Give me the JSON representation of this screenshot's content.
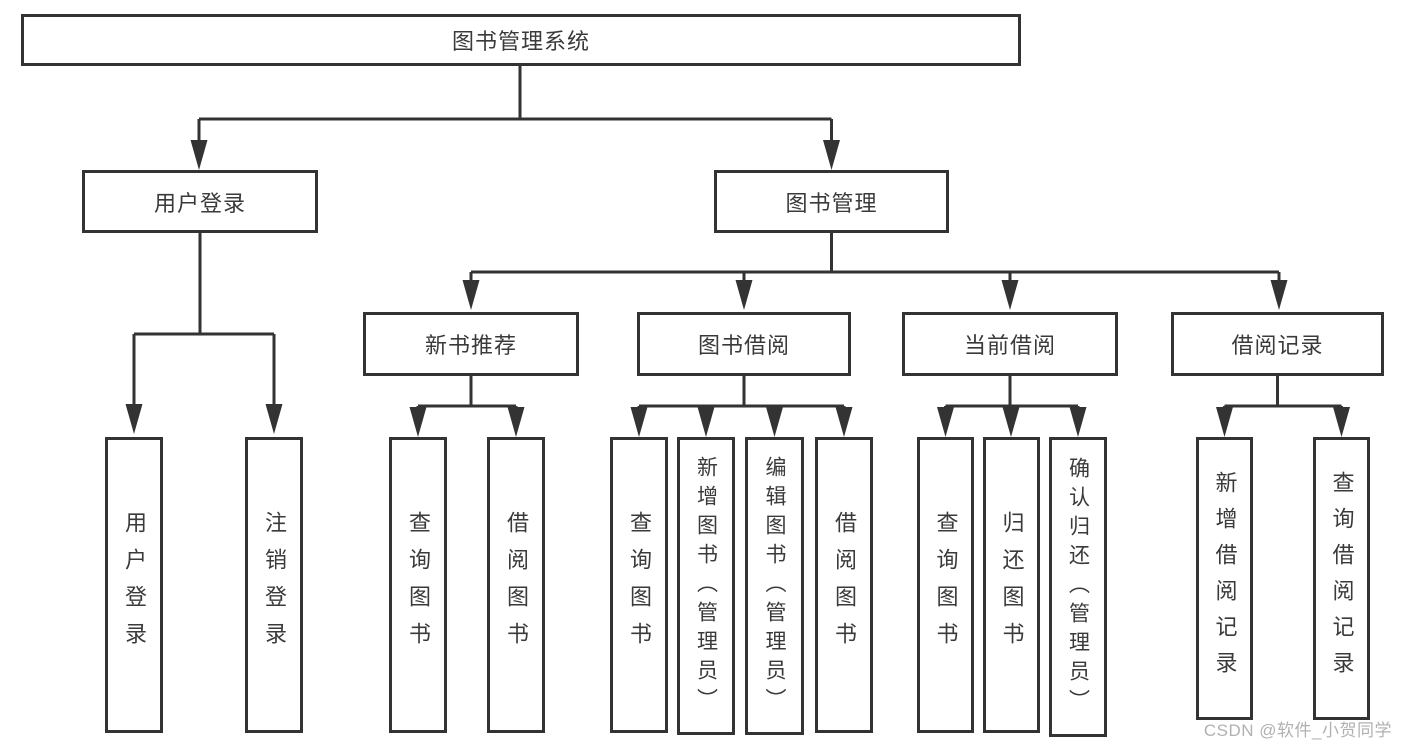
{
  "diagram": {
    "root": {
      "label": "图书管理系统"
    },
    "user_login": {
      "label": "用户登录",
      "children": [
        {
          "label": "用户登录"
        },
        {
          "label": "注销登录"
        }
      ]
    },
    "book_mgmt": {
      "label": "图书管理",
      "modules": [
        {
          "label": "新书推荐",
          "children": [
            {
              "label": "查询图书"
            },
            {
              "label": "借阅图书"
            }
          ]
        },
        {
          "label": "图书借阅",
          "children": [
            {
              "label": "查询图书"
            },
            {
              "label": "新增图书（管理员）"
            },
            {
              "label": "编辑图书（管理员）"
            },
            {
              "label": "借阅图书"
            }
          ]
        },
        {
          "label": "当前借阅",
          "children": [
            {
              "label": "查询图书"
            },
            {
              "label": "归还图书"
            },
            {
              "label": "确认归还（管理员）"
            }
          ]
        },
        {
          "label": "借阅记录",
          "children": [
            {
              "label": "新增借阅记录"
            },
            {
              "label": "查询借阅记录"
            }
          ]
        }
      ]
    },
    "watermark": "CSDN @软件_小贺同学",
    "colors": {
      "line": "#333333",
      "text": "#3a3a3a",
      "background": "#ffffff",
      "watermark": "#b1b1b1"
    }
  }
}
